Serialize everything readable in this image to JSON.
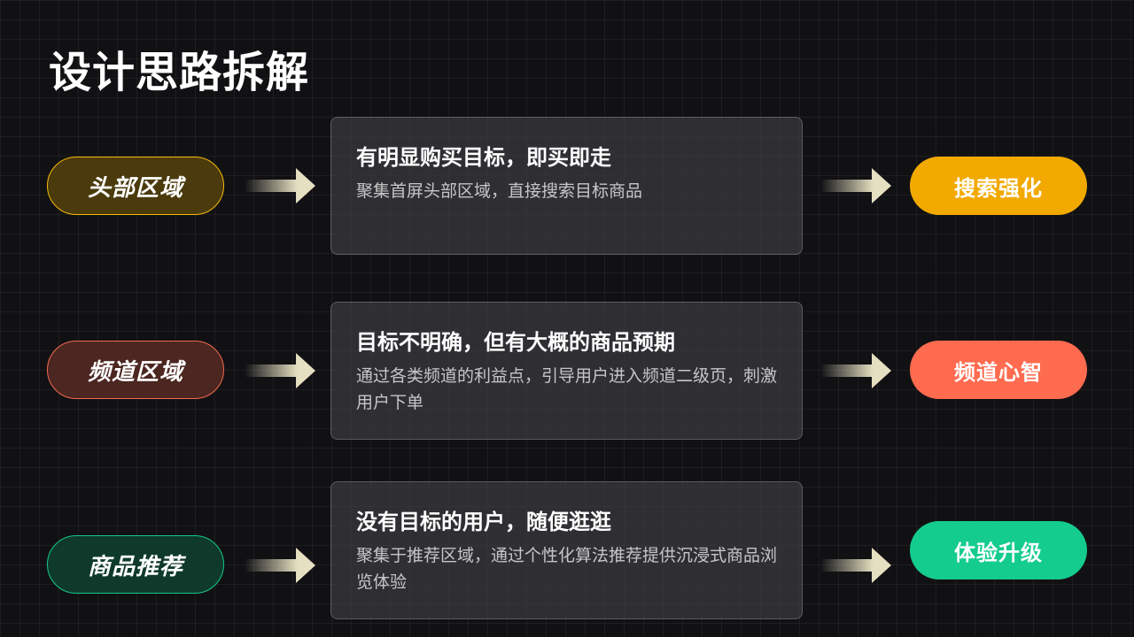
{
  "title": "设计思路拆解",
  "rows": [
    {
      "tag": "头部区域",
      "tag_color": "#F5B80A",
      "tag_bg": "#4A3A0C",
      "heading": "有明显购买目标，即买即走",
      "desc": "聚集首屏头部区域，直接搜索目标商品",
      "result": "搜索强化",
      "result_color": "#F2A900"
    },
    {
      "tag": "频道区域",
      "tag_color": "#F36A50",
      "tag_bg": "#4C2620",
      "heading": "目标不明确，但有大概的商品预期",
      "desc": "通过各类频道的利益点，引导用户进入频道二级页，刺激用户下单",
      "result": "频道心智",
      "result_color": "#FF6B4F"
    },
    {
      "tag": "商品推荐",
      "tag_color": "#15C987",
      "tag_bg": "#0F3A2B",
      "heading": "没有目标的用户，随便逛逛",
      "desc": "聚集于推荐区域，通过个性化算法推荐提供沉浸式商品浏览体验",
      "result": "体验升级",
      "result_color": "#14CC8D"
    }
  ],
  "arrow_color": "#E6E0C2"
}
